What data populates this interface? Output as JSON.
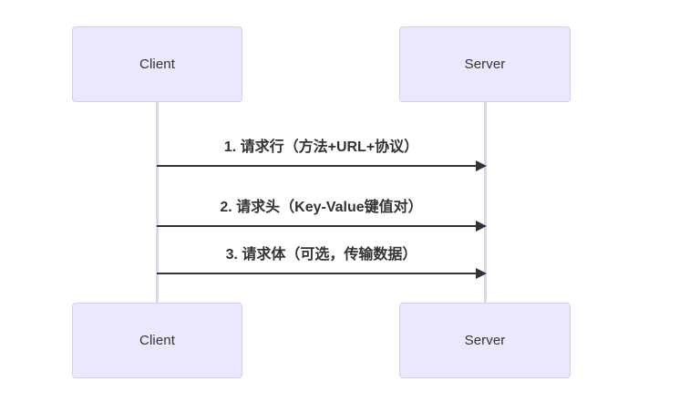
{
  "diagram": {
    "type": "sequence-diagram",
    "background_color": "#ffffff",
    "participants": [
      {
        "id": "client",
        "label": "Client"
      },
      {
        "id": "server",
        "label": "Server"
      }
    ],
    "participant_box_style": {
      "fill": "#eae8fc",
      "border": "#d6cdf0",
      "text_color": "#333333"
    },
    "lifeline_color": "#dcd4f5",
    "arrow_color": "#333333",
    "messages": [
      {
        "index": "1",
        "label": "1. 请求行（方法+URL+协议）",
        "from": "client",
        "to": "server",
        "direction": "right",
        "style": "solid"
      },
      {
        "index": "2",
        "label": "2. 请求头（Key-Value键值对）",
        "from": "client",
        "to": "server",
        "direction": "right",
        "style": "solid"
      },
      {
        "index": "3",
        "label": "3. 请求体（可选，传输数据）",
        "from": "client",
        "to": "server",
        "direction": "right",
        "style": "solid"
      }
    ],
    "top_labels": {
      "client": "Client",
      "server": "Server"
    },
    "bottom_labels": {
      "client": "Client",
      "server": "Server"
    }
  }
}
